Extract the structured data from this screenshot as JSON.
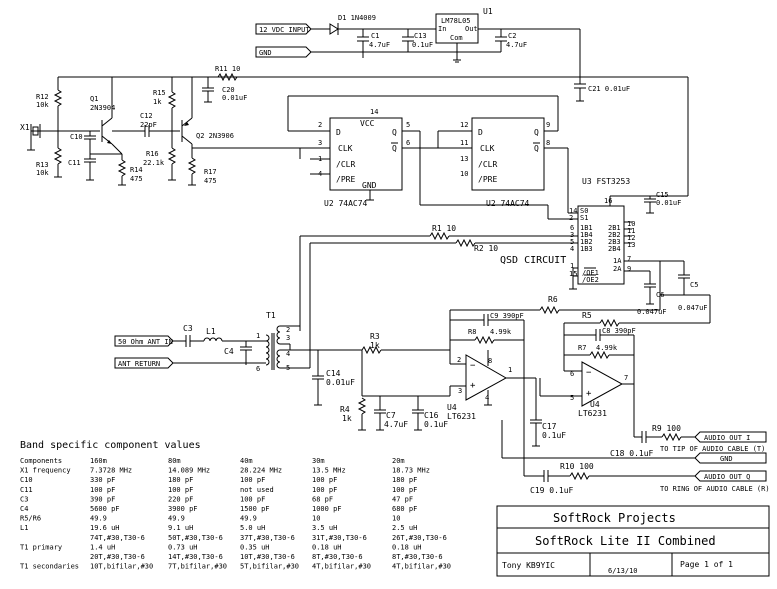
{
  "ports": {
    "v12": "12 VDC INPUT",
    "gnd": "GND",
    "ant_in": "50 Ohm ANT IN",
    "ant_ret": "ANT RETURN",
    "audio_i": "AUDIO OUT I",
    "audio_q": "AUDIO OUT Q",
    "gnd2": "GND"
  },
  "notes": {
    "tip": "TO TIP OF AUDIO CABLE (T)",
    "ring": "TO RING OF AUDIO CABLE (R)",
    "qsd": "QSD CIRCUIT"
  },
  "parts": {
    "d1": "D1 1N4009",
    "u1": "U1",
    "u1_part": "LM78L05",
    "u1_in": "In",
    "u1_out": "Out",
    "u1_com": "Com",
    "c1": "C1",
    "c1v": "4.7uF",
    "c13": "C13",
    "c13v": "0.1uF",
    "c2": "C2",
    "c2v": "4.7uF",
    "r11": "R11 10",
    "c20": "C20",
    "c20v": "0.01uF",
    "c21": "C21 0.01uF",
    "r12": "R12",
    "r12v": "10k",
    "r13": "R13",
    "r13v": "10k",
    "x1": "X1",
    "q1": "Q1",
    "q1v": "2N3904",
    "c10": "C10",
    "c11": "C11",
    "c12": "C12",
    "c12v": "22pF",
    "r14": "R14",
    "r14v": "475",
    "r15": "R15",
    "r15v": "1k",
    "r16": "R16",
    "r16v": "22.1k",
    "q2": "Q2 2N3906",
    "r17": "R17",
    "r17v": "475",
    "vcc": "VCC",
    "u4_top": "14",
    "u2a": "U2 74AC74",
    "u2b": "U2 74AC74",
    "gnd_ff": "GND",
    "d": "D",
    "clk": "CLK",
    "clr": "/CLR",
    "pre": "/PRE",
    "q": "Q",
    "qn": "Q",
    "u3": "U3 FST3253",
    "c15": "C15",
    "c15v": "0.01uF",
    "s0": "S0",
    "s1": "S1",
    "b1": "1B1",
    "b2": "1B4",
    "b3": "1B2",
    "b4": "1B3",
    "bb1": "2B1",
    "bb2": "2B2",
    "bb3": "2B3",
    "bb4": "2B4",
    "ab": "1A",
    "ab2": "2A",
    "oe1": "/OE1",
    "oe2": "/OE2",
    "r1": "R1 10",
    "r2": "R2 10",
    "c6": "C6",
    "c6v": "0.047uF",
    "c5": "C5",
    "c5v": "0.047uF",
    "r6": "R6",
    "r5": "R5",
    "c9": "C9 390pF",
    "r8": "R8",
    "r8v": "4.99k",
    "c8": "C8 390pF",
    "r7": "R7",
    "r7v": "4.99k",
    "u4a": "U4",
    "u4a2": "LT6231",
    "u4b": "U4",
    "u4b2": "LT6231",
    "t1": "T1",
    "c3": "C3",
    "l1": "L1",
    "c4": "C4",
    "r3": "R3",
    "r3v": "1k",
    "c14": "C14",
    "c14v": "0.01uF",
    "r4": "R4",
    "r4v": "1k",
    "c7": "C7",
    "c7v": "4.7uF",
    "c16": "C16",
    "c16v": "0.1uF",
    "c17": "C17",
    "c17v": "0.1uF",
    "r9": "R9 100",
    "c18": "C18 0.1uF",
    "r10": "R10 100",
    "c19": "C19 0.1uF"
  },
  "band_table": {
    "title": "Band specific component values",
    "headers": [
      "Components",
      "160m",
      "80m",
      "40m",
      "30m",
      "20m"
    ],
    "rows": [
      [
        "X1 frequency",
        "7.3728 MHz",
        "14.089 MHz",
        "28.224 MHz",
        "13.5 MHz",
        "18.73 MHz"
      ],
      [
        "C10",
        "330 pF",
        "180 pF",
        "100 pF",
        "100 pF",
        "180 pF"
      ],
      [
        "C11",
        "100 pF",
        "100 pF",
        "not used",
        "100 pF",
        "100 pF"
      ],
      [
        "C3",
        "390 pF",
        "220 pF",
        "100 pF",
        "68 pF",
        "47 pF"
      ],
      [
        "C4",
        "5600 pF",
        "3900 pF",
        "1500 pF",
        "1000 pF",
        "680 pF"
      ],
      [
        "R5/R6",
        "49.9",
        "49.9",
        "49.9",
        "10",
        "10"
      ],
      [
        "L1",
        "19.6 uH",
        "9.1 uH",
        "5.0 uH",
        "3.5 uH",
        "2.5 uH"
      ],
      [
        "",
        "74T,#30,T30-6",
        "50T,#30,T30-6",
        "37T,#30,T30-6",
        "31T,#30,T30-6",
        "26T,#30,T30-6"
      ],
      [
        "T1 primary",
        "1.4 uH",
        "0.73 uH",
        "0.35 uH",
        "0.18 uH",
        "0.18 uH"
      ],
      [
        "",
        "20T,#30,T30-6",
        "14T,#30,T30-6",
        "10T,#30,T30-6",
        "8T,#30,T30-6",
        "8T,#30,T30-6"
      ],
      [
        "T1 secondaries",
        "10T,bifilar,#30",
        "7T,bifilar,#30",
        "5T,bifilar,#30",
        "4T,bifilar,#30",
        "4T,bifilar,#30"
      ]
    ]
  },
  "title_block": {
    "project": "SoftRock Projects",
    "name": "SoftRock Lite II Combined",
    "author": "Tony KB9YIC",
    "date": "6/13/10",
    "page": "Page 1 of 1"
  }
}
